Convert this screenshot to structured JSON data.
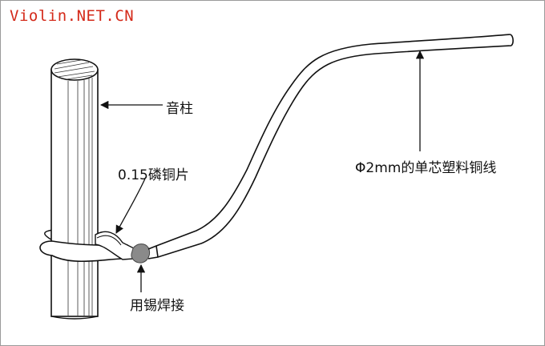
{
  "watermark": "Violin.NET.CN",
  "labels": {
    "sound_post": "音柱",
    "phosphor_bronze_strip": "0.15磷铜片",
    "copper_wire": "Φ2mm的单芯塑料铜线",
    "solder_joint": "用锡焊接"
  },
  "colors": {
    "watermark": "#d42a1a",
    "outline": "#111111",
    "solder": "#8a8a8a",
    "frame": "#9a9a9a"
  }
}
